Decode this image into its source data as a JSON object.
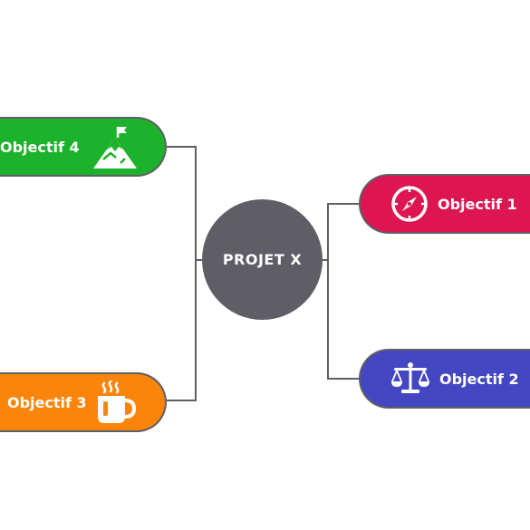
{
  "center": {
    "label": "PROJET X",
    "color": "#5f5e67"
  },
  "objectives": [
    {
      "label": "Objectif 1",
      "color": "#dd1550",
      "icon": "compass-icon"
    },
    {
      "label": "Objectif 2",
      "color": "#4347c1",
      "icon": "balance-scale-icon"
    },
    {
      "label": "Objectif 3",
      "color": "#fb840a",
      "icon": "coffee-mug-icon"
    },
    {
      "label": "Objectif 4",
      "color": "#1db22b",
      "icon": "mountain-flag-icon"
    }
  ],
  "connector_color": "#5e5e66"
}
